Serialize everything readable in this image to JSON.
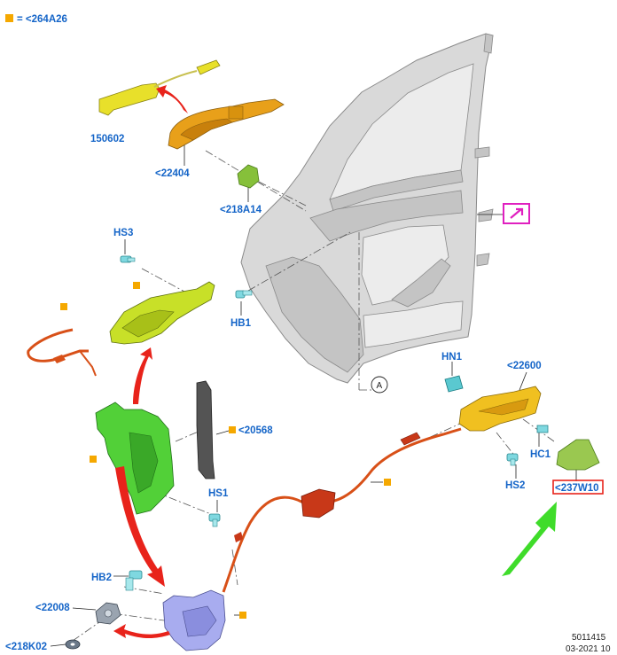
{
  "legend": {
    "text": "= <264A26",
    "color": "#f5a800"
  },
  "labels": {
    "p150602": "150602",
    "p22404": "<22404",
    "p218A14": "<218A14",
    "hs3": "HS3",
    "hb1": "HB1",
    "p20568": "<20568",
    "hs1": "HS1",
    "hn1": "HN1",
    "p22600": "<22600",
    "hc1": "HC1",
    "hs2": "HS2",
    "p237W10": "<237W10",
    "hb2": "HB2",
    "p22008": "<22008",
    "p218K02": "<218K02",
    "callout_a": "A"
  },
  "footer": {
    "code": "5011415",
    "date": "03-2021 10"
  },
  "colors": {
    "label_blue": "#1565c8",
    "legend_orange": "#f5a800",
    "red_arrow": "#e8231b",
    "green_arrow": "#3fdc2a",
    "highlight_box": "#e8231b",
    "magenta_icon": "#e020c0"
  },
  "icons": {
    "callout": "external-link-icon"
  }
}
